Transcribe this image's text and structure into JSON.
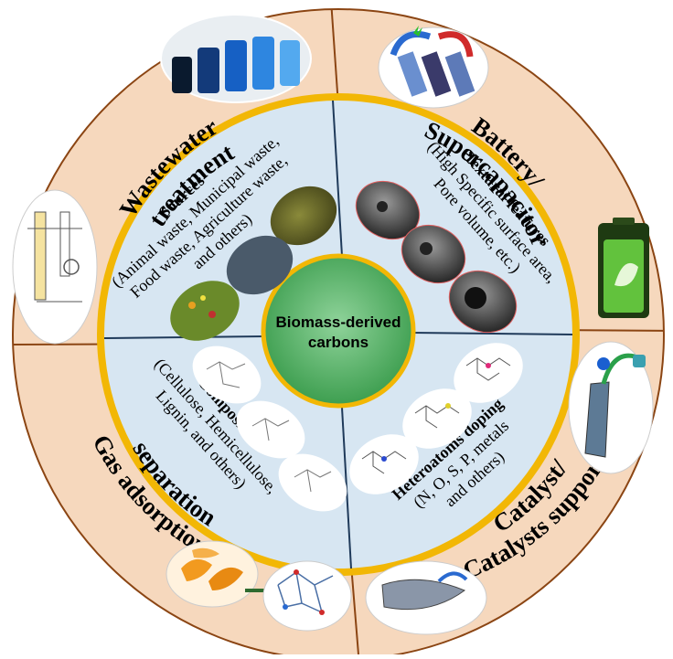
{
  "center": {
    "line1": "Biomass-derived",
    "line2": "carbons"
  },
  "outer": {
    "top_left": {
      "line1": "Wastewater",
      "line2": "treatment"
    },
    "top_right": {
      "line1": "Battery/",
      "line2": "Supercapacitor"
    },
    "bottom_left": {
      "line1": "Gas adsorption/",
      "line2": "separation"
    },
    "bottom_right": {
      "line1": "Catalyst/",
      "line2": "Catalysts support"
    }
  },
  "inner": {
    "sources": {
      "title": "Sources",
      "lines": [
        "(Animal waste, Municipal waste,",
        "Food waste, Agriculture waste,",
        "and others)"
      ]
    },
    "textural": {
      "title": "Textural features",
      "lines": [
        "(High Specific surface area,",
        "Pore volume, etc.)"
      ]
    },
    "composition": {
      "title": "Composition",
      "lines": [
        "(Cellulose, Hemicellulose,",
        "Lignin, and others)"
      ]
    },
    "heteroatoms": {
      "title": "Heteroatoms doping",
      "lines": [
        "(N, O, S, P, metals",
        "and others)"
      ]
    }
  },
  "colors": {
    "outer_ring": "#f6d8bd",
    "ring_border": "#8b4513",
    "inner_disc": "#d7e6f2",
    "gold_ring": "#f2b705",
    "divider": "#1f3a5a",
    "center_fill": "#5dbb6a",
    "center_border": "#f2b705"
  },
  "icons": [
    "bottles-photo-icon",
    "electrode-battery-icon",
    "green-battery-icon",
    "column-setup-icon",
    "catalyst-tube-icon",
    "graphene-catalyst-icon",
    "orange-peel-icon",
    "molecule-network-icon",
    "biomass-photo-icon",
    "porous-sem-icon",
    "cellulose-structure-icon",
    "doped-graphene-icon"
  ]
}
